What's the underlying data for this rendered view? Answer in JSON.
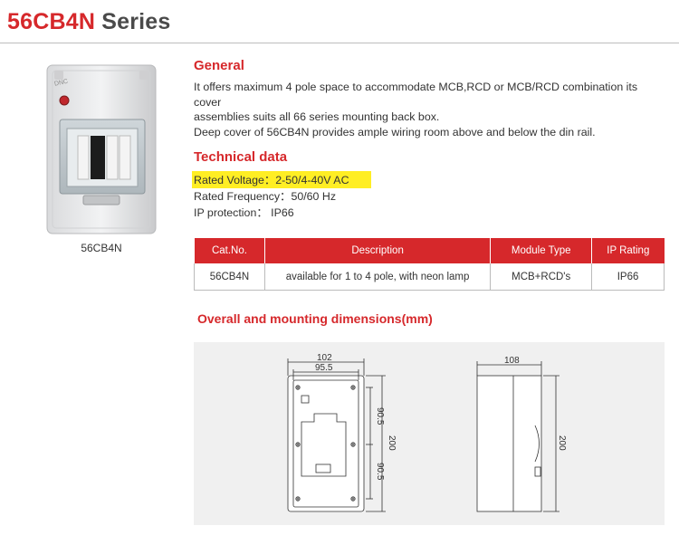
{
  "header": {
    "code": "56CB4N",
    "series": " Series"
  },
  "product": {
    "caption": "56CB4N",
    "brand": "DNC"
  },
  "general": {
    "heading": "General",
    "line1": "It offers maximum 4 pole space to accommodate MCB,RCD or MCB/RCD combination its cover",
    "line2": "assemblies suits all 66 series mounting back box.",
    "line3": "Deep cover of 56CB4N provides ample wiring room above and below the din rail."
  },
  "technical": {
    "heading": "Technical data",
    "voltage": "Rated Voltage：2-50/4-40V AC",
    "frequency": "Rated Frequency：50/60 Hz",
    "ip": "IP protection： IP66"
  },
  "table": {
    "headers": [
      "Cat.No.",
      "Description",
      "Module Type",
      "IP Rating"
    ],
    "row": [
      "56CB4N",
      "available for 1 to 4 pole, with neon lamp",
      "MCB+RCD's",
      "IP66"
    ]
  },
  "dimensions": {
    "heading": "Overall and mounting dimensions(mm)",
    "front_width": "102",
    "front_mount_width": "95.5",
    "front_upper": "90.5",
    "front_lower": "90.5",
    "front_height": "200",
    "side_depth": "108",
    "side_height": "200"
  },
  "colors": {
    "accent": "#d6282b",
    "highlight": "#ffee24",
    "panel": "#f0f0f0"
  }
}
